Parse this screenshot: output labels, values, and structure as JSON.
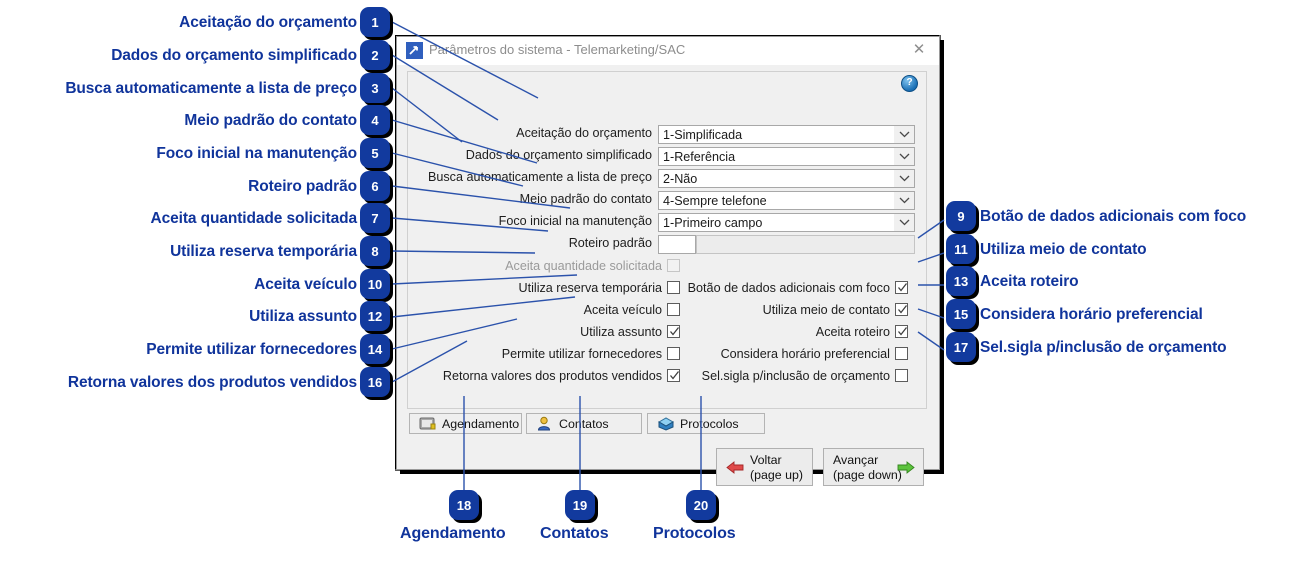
{
  "window": {
    "title": "Parâmetros do sistema - Telemarketing/SAC",
    "icon": "app-arrow-icon",
    "close_label": "✕",
    "help_label": "?"
  },
  "form": {
    "combo_rows": [
      {
        "label": "Aceitação do orçamento",
        "value": "1-Simplificada"
      },
      {
        "label": "Dados do orçamento simplificado",
        "value": "1-Referência"
      },
      {
        "label": "Busca automaticamente a lista de preço",
        "value": "2-Não"
      },
      {
        "label": "Meio padrão do contato",
        "value": "4-Sempre telefone"
      },
      {
        "label": "Foco inicial na manutenção",
        "value": "1-Primeiro campo"
      }
    ],
    "roteiro_row": {
      "label": "Roteiro padrão",
      "code_value": "",
      "desc_value": ""
    },
    "checks_left": [
      {
        "label": "Aceita quantidade solicitada",
        "checked": false,
        "disabled": true
      },
      {
        "label": "Utiliza reserva temporária",
        "checked": false,
        "disabled": false
      },
      {
        "label": "Aceita veículo",
        "checked": false,
        "disabled": false
      },
      {
        "label": "Utiliza assunto",
        "checked": true,
        "disabled": false
      },
      {
        "label": "Permite utilizar fornecedores",
        "checked": false,
        "disabled": false
      },
      {
        "label": "Retorna valores dos produtos vendidos",
        "checked": true,
        "disabled": false
      }
    ],
    "checks_right": [
      {
        "label": "Botão de dados adicionais com foco",
        "checked": true,
        "disabled": false
      },
      {
        "label": "Utiliza meio de contato",
        "checked": true,
        "disabled": false
      },
      {
        "label": "Aceita roteiro",
        "checked": true,
        "disabled": false
      },
      {
        "label": "Considera horário preferencial",
        "checked": false,
        "disabled": false
      },
      {
        "label": "Sel.sigla p/inclusão de orçamento",
        "checked": false,
        "disabled": false
      }
    ]
  },
  "toolbar": [
    {
      "label": "Agendamento",
      "accel": "g",
      "icon": "calendar-book-icon"
    },
    {
      "label": "Contatos",
      "accel": "n",
      "icon": "user-contact-icon"
    },
    {
      "label": "Protocolos",
      "accel": "P",
      "icon": "protocol-box-icon"
    }
  ],
  "nav": {
    "back": {
      "line1": "Voltar",
      "accel": "V",
      "line2": "(page up)",
      "icon": "arrow-left-red-icon",
      "color": "#e04a4a"
    },
    "forward": {
      "line1": "Avançar",
      "accel": "A",
      "line2": "(page down)",
      "icon": "arrow-right-green-icon",
      "color": "#5cc33d"
    }
  },
  "annotations": {
    "accent": "#10349b",
    "badge_bg": "#123a9e",
    "left": [
      {
        "n": "1",
        "text": "Aceitação do orçamento"
      },
      {
        "n": "2",
        "text": "Dados do orçamento simplificado"
      },
      {
        "n": "3",
        "text": "Busca automaticamente a lista de preço"
      },
      {
        "n": "4",
        "text": "Meio padrão do contato"
      },
      {
        "n": "5",
        "text": "Foco inicial na manutenção"
      },
      {
        "n": "6",
        "text": "Roteiro padrão"
      },
      {
        "n": "7",
        "text": "Aceita quantidade solicitada"
      },
      {
        "n": "8",
        "text": "Utiliza reserva temporária"
      },
      {
        "n": "10",
        "text": "Aceita veículo"
      },
      {
        "n": "12",
        "text": "Utiliza assunto"
      },
      {
        "n": "14",
        "text": "Permite utilizar fornecedores"
      },
      {
        "n": "16",
        "text": "Retorna valores dos produtos vendidos"
      }
    ],
    "right": [
      {
        "n": "9",
        "text": "Botão de dados adicionais com foco"
      },
      {
        "n": "11",
        "text": "Utiliza meio de contato"
      },
      {
        "n": "13",
        "text": "Aceita roteiro"
      },
      {
        "n": "15",
        "text": "Considera horário preferencial"
      },
      {
        "n": "17",
        "text": "Sel.sigla p/inclusão de orçamento"
      }
    ],
    "bottom": [
      {
        "n": "18",
        "text": "Agendamento"
      },
      {
        "n": "19",
        "text": "Contatos"
      },
      {
        "n": "20",
        "text": "Protocolos"
      }
    ]
  }
}
